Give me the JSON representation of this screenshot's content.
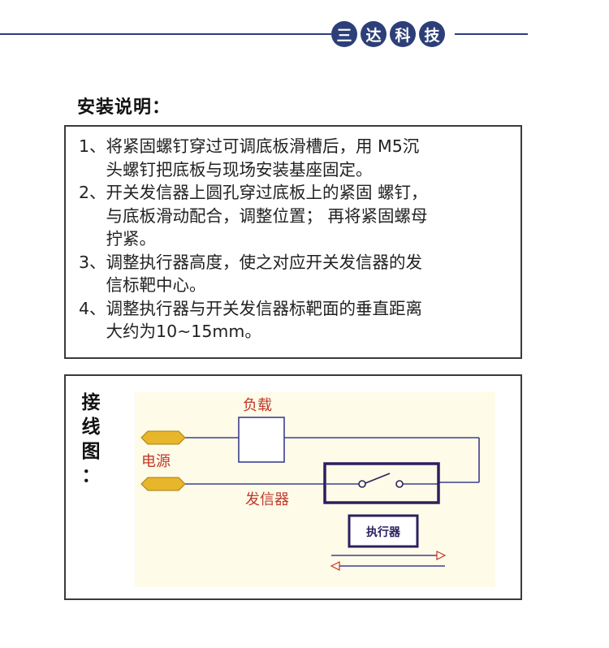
{
  "header": {
    "brand_chars": [
      "三",
      "达",
      "科",
      "技"
    ]
  },
  "section_title": "安装说明：",
  "instructions": [
    {
      "num": "1、",
      "lines": [
        "将紧固螺钉穿过可调底板滑槽后，用 M5沉",
        "头螺钉把底板与现场安装基座固定。"
      ]
    },
    {
      "num": "2、",
      "lines": [
        "开关发信器上圆孔穿过底板上的紧固 螺钉，",
        "与底板滑动配合，调整位置；  再将紧固螺母",
        "拧紧。"
      ]
    },
    {
      "num": "3、",
      "lines": [
        "调整执行器高度，使之对应开关发信器的发",
        "信标靶中心。"
      ]
    },
    {
      "num": "4、",
      "lines": [
        "调整执行器与开关发信器标靶面的垂直距离",
        "大约为10~15mm。"
      ]
    }
  ],
  "diagram": {
    "label_chars": [
      "接",
      "线",
      "图",
      "："
    ],
    "load_label": "负载",
    "power_label": "电源",
    "sender_label": "发信器",
    "actuator_label": "执行器",
    "colors": {
      "text_red": "#c0392b",
      "wire": "#3b3f8f",
      "box": "#2b2060",
      "terminal": "#e8b62a",
      "background": "#fefbe8"
    }
  }
}
